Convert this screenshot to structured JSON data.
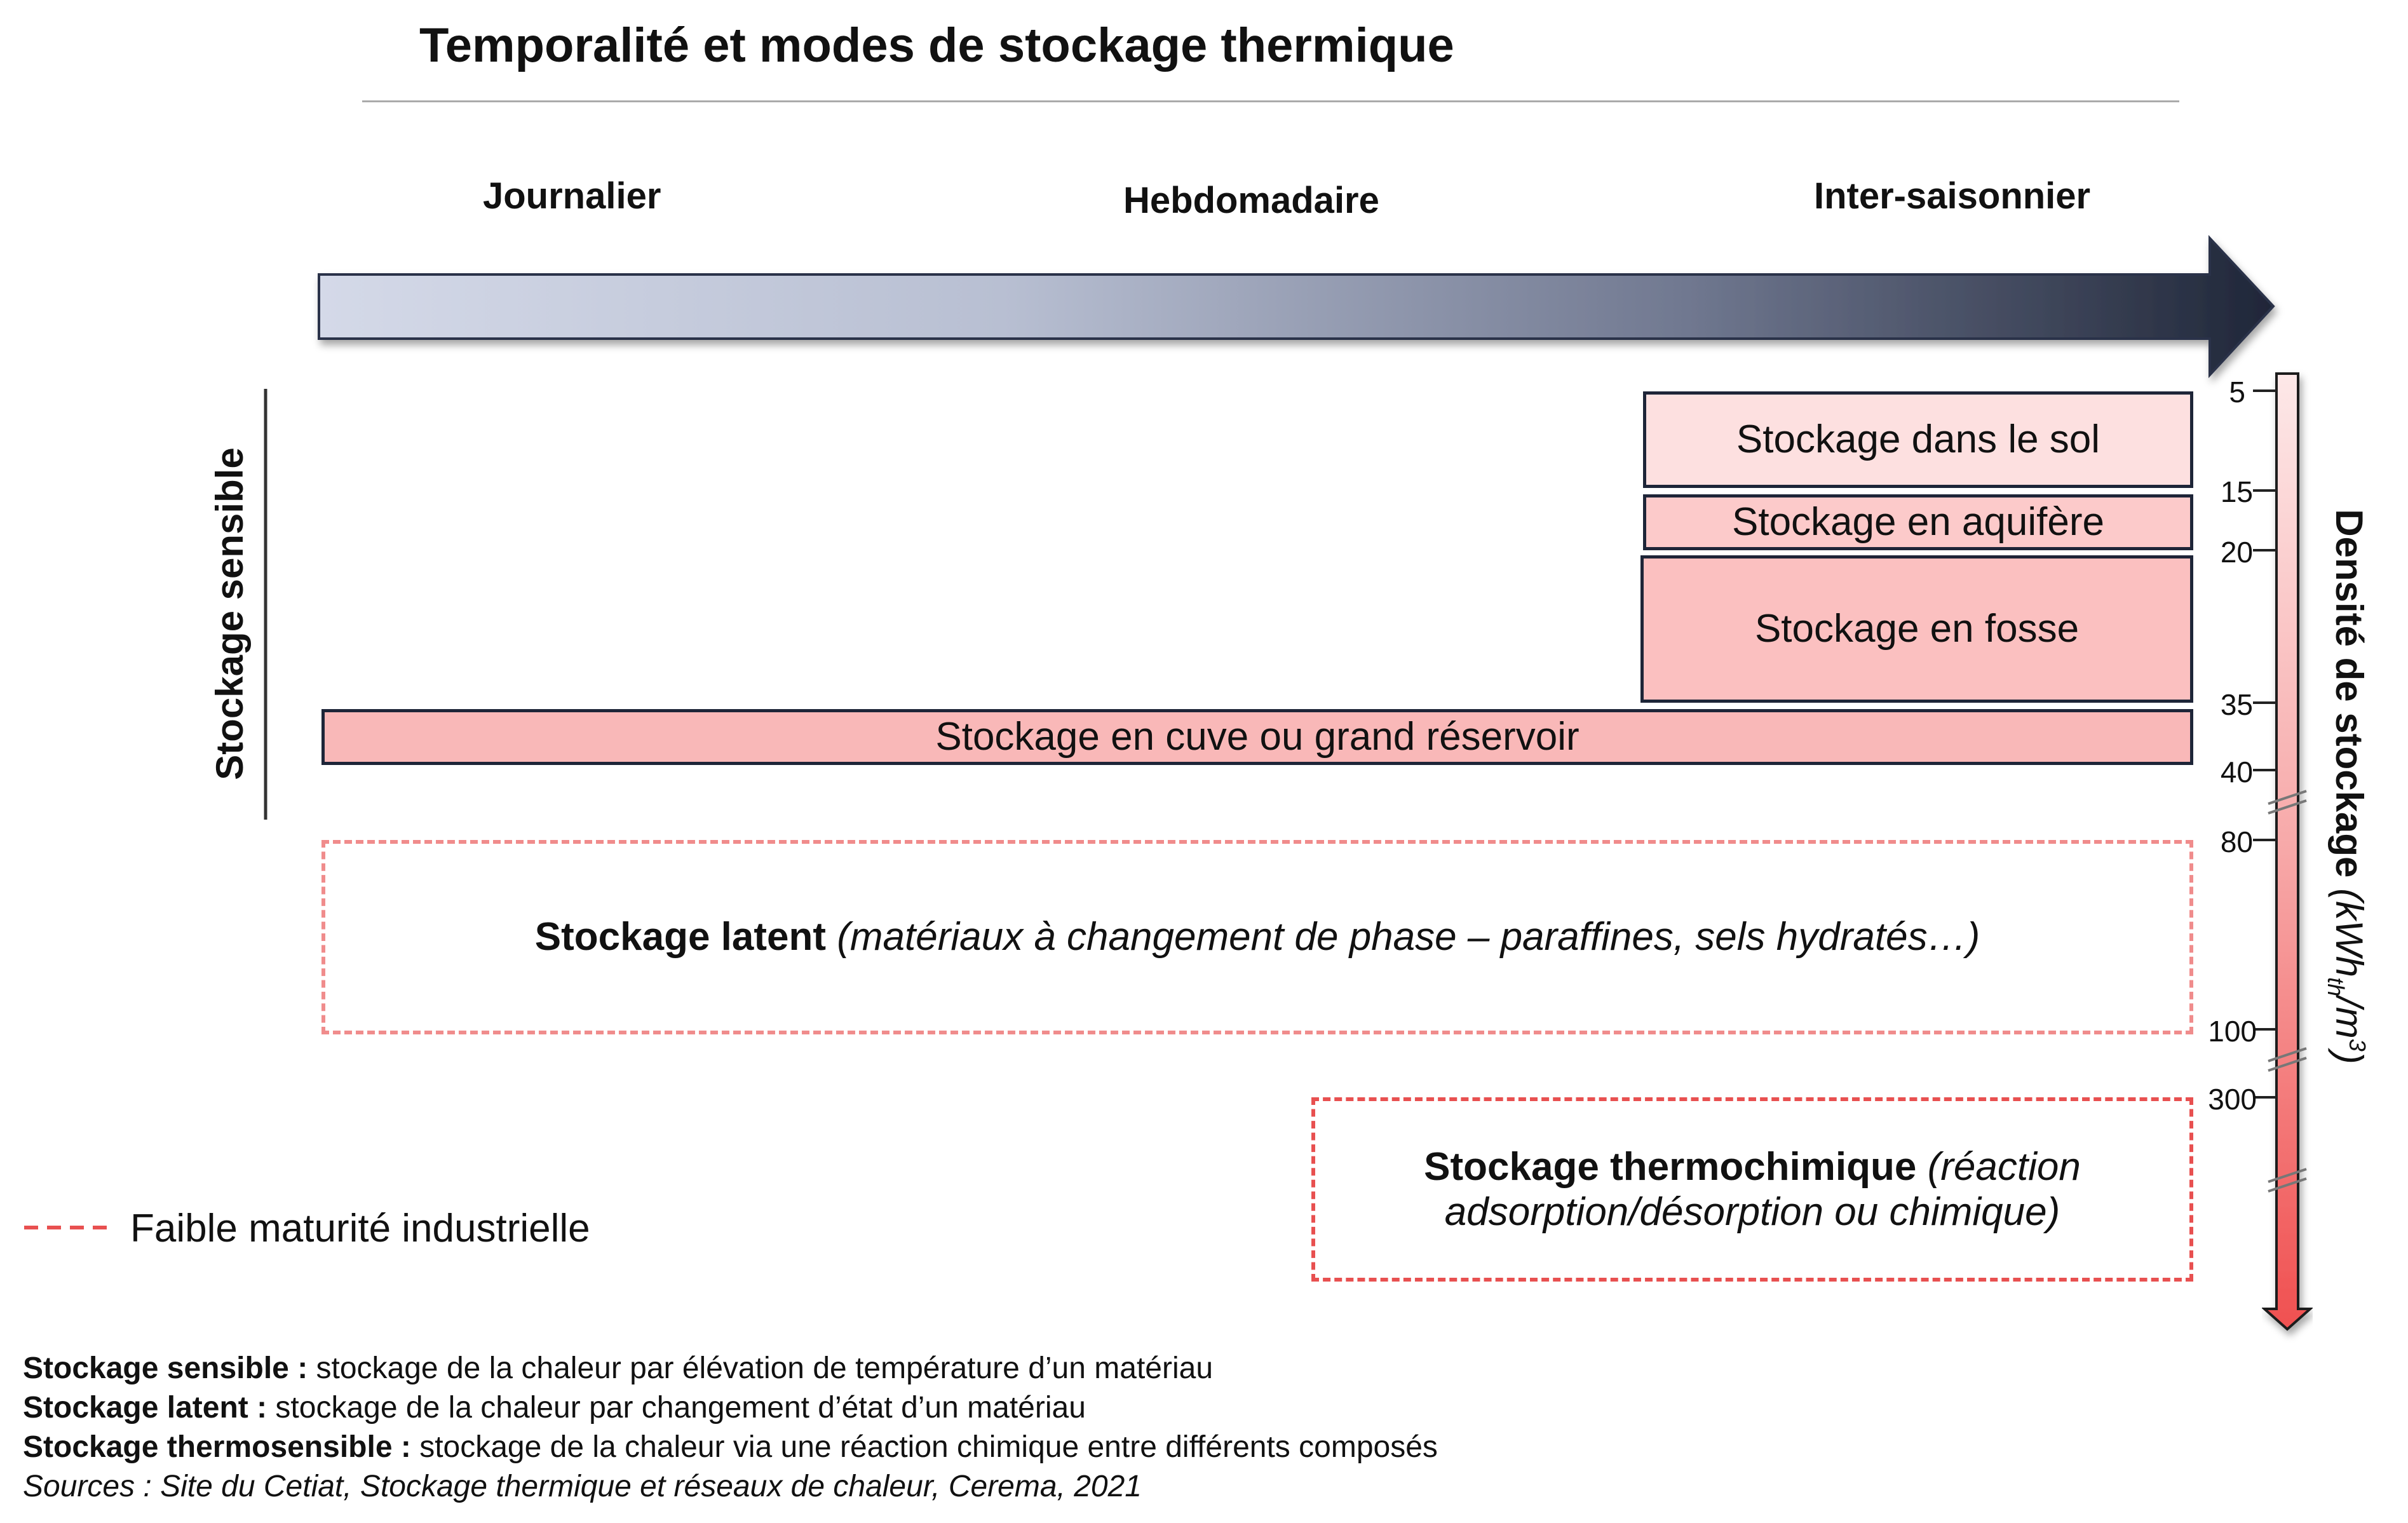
{
  "title": "Temporalité et modes de stockage thermique",
  "timeline": {
    "periods": [
      "Journalier",
      "Hebdomadaire",
      "Inter-saisonnier"
    ]
  },
  "sensible_label": "Stockage sensible",
  "sensible_boxes": {
    "sol": "Stockage dans le sol",
    "aquifere": "Stockage en aquifère",
    "fosse": "Stockage en fosse",
    "cuve": "Stockage en cuve ou grand réservoir"
  },
  "latent": {
    "bold": "Stockage latent",
    "italic": "(matériaux à changement de phase – paraffines, sels hydratés…)"
  },
  "thermochimique": {
    "bold": "Stockage thermochimique",
    "italic_1": "(réaction",
    "italic_2": "adsorption/désorption ou chimique)"
  },
  "density_axis": {
    "label_bold": "Densité de stockage",
    "unit_open": "(kWh",
    "unit_sub": "th",
    "unit_mid": "/m",
    "unit_sup": "3",
    "unit_close": ")",
    "ticks": [
      "5",
      "15",
      "20",
      "35",
      "40",
      "80",
      "100",
      "300"
    ]
  },
  "legend": {
    "dashed_meaning": "Faible maturité industrielle"
  },
  "footnotes": {
    "sensible_term": "Stockage sensible :",
    "sensible_def": " stockage de la chaleur par élévation de température d’un matériau",
    "latent_term": "Stockage latent :",
    "latent_def": " stockage de la chaleur par changement d’état d’un matériau",
    "thermo_term": "Stockage thermosensible :",
    "thermo_def": " stockage de la chaleur via une réaction chimique entre différents composés",
    "sources": "Sources : Site du Cetiat, Stockage thermique et réseaux de chaleur, Cerema, 2021"
  },
  "colors": {
    "arrow_start": "#d4d9e8",
    "arrow_end": "#1f2638",
    "box_light": "#fde0e0",
    "box_mid": "#fccaca",
    "box_strong": "#f9b8b8",
    "dashed_light": "#f08c8c",
    "dashed_strong": "#e85050",
    "density_top": "#fde8e8",
    "density_bottom": "#f05050"
  }
}
